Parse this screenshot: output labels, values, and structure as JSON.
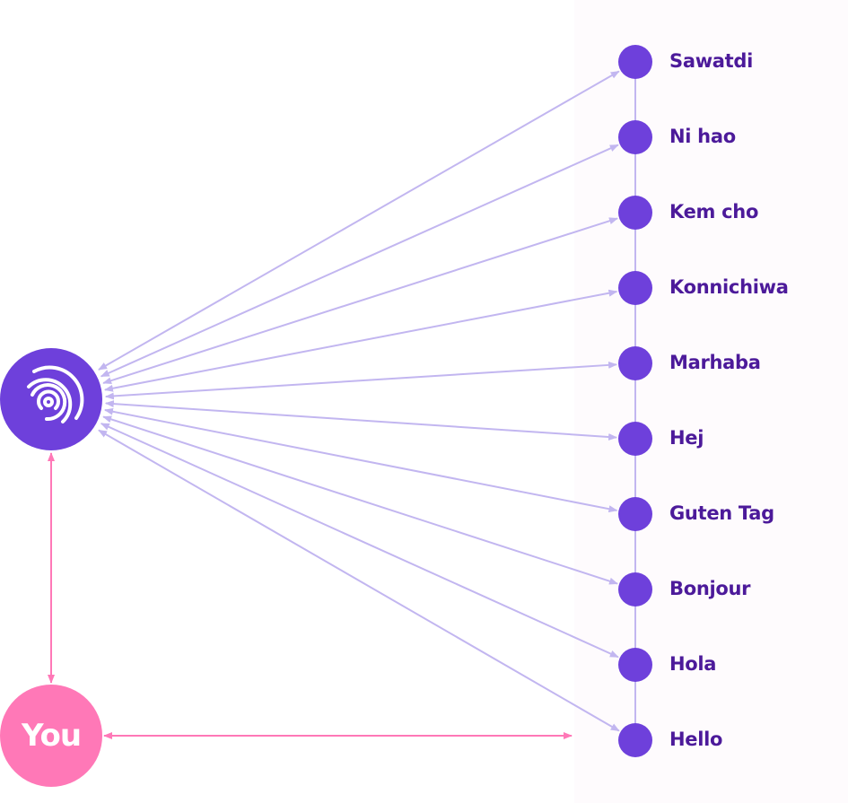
{
  "colors": {
    "hub": "#6e40db",
    "node": "#6e40db",
    "edge": "#c2b6f0",
    "you": "#ff78b7",
    "you_edge": "#ff78b7",
    "label": "#4c1a9a"
  },
  "hub": {
    "icon": "fingerprint-signal-icon"
  },
  "you": {
    "label": "You"
  },
  "greetings": [
    "Sawatdi",
    "Ni hao",
    "Kem cho",
    "Konnichiwa",
    "Marhaba",
    "Hej",
    "Guten Tag",
    "Bonjour",
    "Hola",
    "Hello"
  ]
}
